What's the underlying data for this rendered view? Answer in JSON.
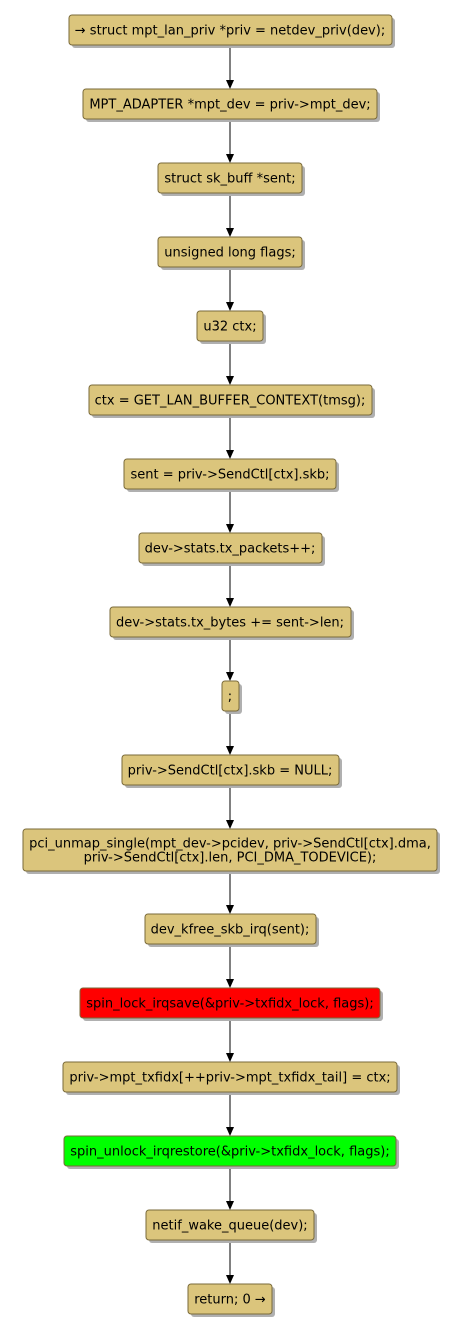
{
  "colors": {
    "default_fill": "#dbc57c",
    "danger_fill": "#ff0000",
    "success_fill": "#00ff00"
  },
  "nodes": [
    {
      "lines": [
        "→ struct mpt_lan_priv *priv = netdev_priv(dev);"
      ],
      "style": "default"
    },
    {
      "lines": [
        "MPT_ADAPTER *mpt_dev = priv->mpt_dev;"
      ],
      "style": "default"
    },
    {
      "lines": [
        "struct sk_buff *sent;"
      ],
      "style": "default"
    },
    {
      "lines": [
        "unsigned long flags;"
      ],
      "style": "default"
    },
    {
      "lines": [
        "u32 ctx;"
      ],
      "style": "default"
    },
    {
      "lines": [
        "ctx = GET_LAN_BUFFER_CONTEXT(tmsg);"
      ],
      "style": "default"
    },
    {
      "lines": [
        "sent = priv->SendCtl[ctx].skb;"
      ],
      "style": "default"
    },
    {
      "lines": [
        "dev->stats.tx_packets++;"
      ],
      "style": "default"
    },
    {
      "lines": [
        "dev->stats.tx_bytes += sent->len;"
      ],
      "style": "default"
    },
    {
      "lines": [
        ";"
      ],
      "style": "default"
    },
    {
      "lines": [
        "priv->SendCtl[ctx].skb = NULL;"
      ],
      "style": "default"
    },
    {
      "lines": [
        "pci_unmap_single(mpt_dev->pcidev, priv->SendCtl[ctx].dma,",
        "priv->SendCtl[ctx].len, PCI_DMA_TODEVICE);"
      ],
      "style": "default"
    },
    {
      "lines": [
        "dev_kfree_skb_irq(sent);"
      ],
      "style": "default"
    },
    {
      "lines": [
        "spin_lock_irqsave(&priv->txfidx_lock, flags);"
      ],
      "style": "danger"
    },
    {
      "lines": [
        "priv->mpt_txfidx[++priv->mpt_txfidx_tail] = ctx;"
      ],
      "style": "default"
    },
    {
      "lines": [
        "spin_unlock_irqrestore(&priv->txfidx_lock, flags);"
      ],
      "style": "success"
    },
    {
      "lines": [
        "netif_wake_queue(dev);"
      ],
      "style": "default"
    },
    {
      "lines": [
        "return; 0 →"
      ],
      "style": "default"
    }
  ]
}
